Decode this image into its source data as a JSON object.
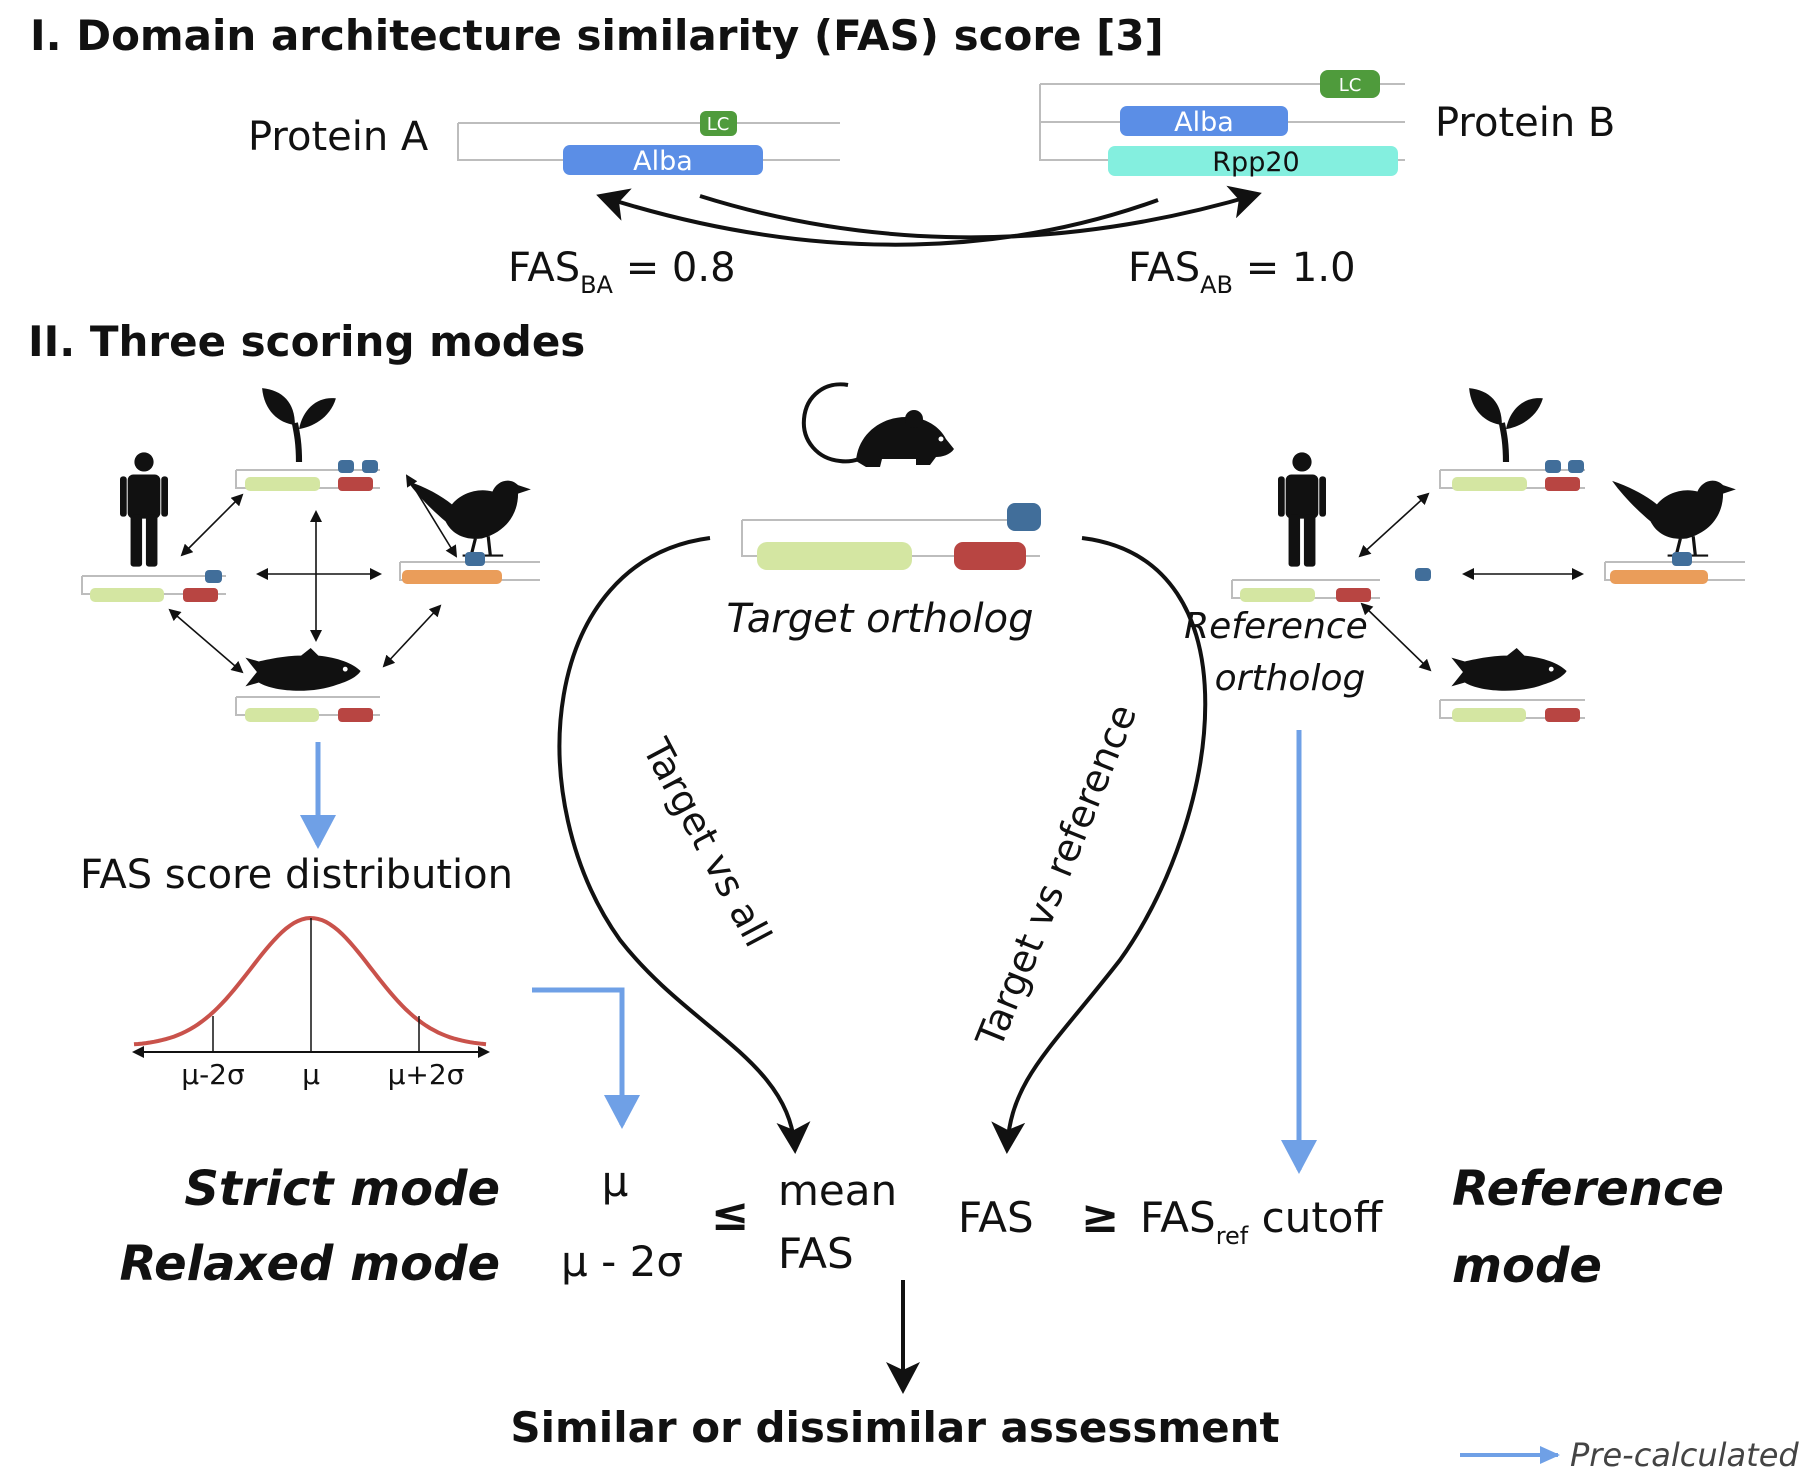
{
  "section1": {
    "title": "I. Domain architecture similarity (FAS) score [3]",
    "protein_a": "Protein A",
    "protein_b": "Protein B",
    "domains": {
      "lc": "LC",
      "alba": "Alba",
      "rpp20": "Rpp20"
    },
    "fas_ba": {
      "prefix": "FAS",
      "sub": "BA",
      "value": " = 0.8"
    },
    "fas_ab": {
      "prefix": "FAS",
      "sub": "AB",
      "value": " = 1.0"
    }
  },
  "section2": {
    "title": "II. Three scoring modes",
    "target_ortholog": "Target ortholog",
    "reference_ortholog_line1": "Reference",
    "reference_ortholog_line2": "ortholog",
    "target_vs_all": "Target vs all",
    "target_vs_reference": "Target vs reference",
    "distribution_title": "FAS score distribution",
    "axis_labels": [
      "μ-2σ",
      "μ",
      "μ+2σ"
    ],
    "strict_mode": "Strict mode",
    "relaxed_mode": "Relaxed mode",
    "mu": "μ",
    "mu_minus_2sigma": "μ - 2σ",
    "le_symbol": "≤",
    "ge_symbol": "≥",
    "mean_line1": "mean",
    "mean_line2": "FAS",
    "fas": "FAS",
    "fas_ref_prefix": "FAS",
    "fas_ref_sub": "ref",
    "cutoff": " cutoff",
    "reference_mode_line1": "Reference",
    "reference_mode_line2": "mode",
    "assessment": "Similar or dissimilar assessment"
  },
  "legend": {
    "label": "Pre-calculated"
  },
  "icons": {
    "organisms": [
      "plant-icon",
      "human-icon",
      "bird-icon",
      "fish-icon",
      "mouse-icon"
    ]
  },
  "colors": {
    "alba": "#5b8ee6",
    "rpp20": "#84efdf",
    "lc": "#4f9b3c",
    "green_domain": "#d4e6a2",
    "red_domain": "#b84542",
    "blue_domain": "#416e9a",
    "orange_domain": "#ea9d5a",
    "precalc_arrow": "#6fa0e6",
    "distribution_curve": "#c9524b"
  }
}
